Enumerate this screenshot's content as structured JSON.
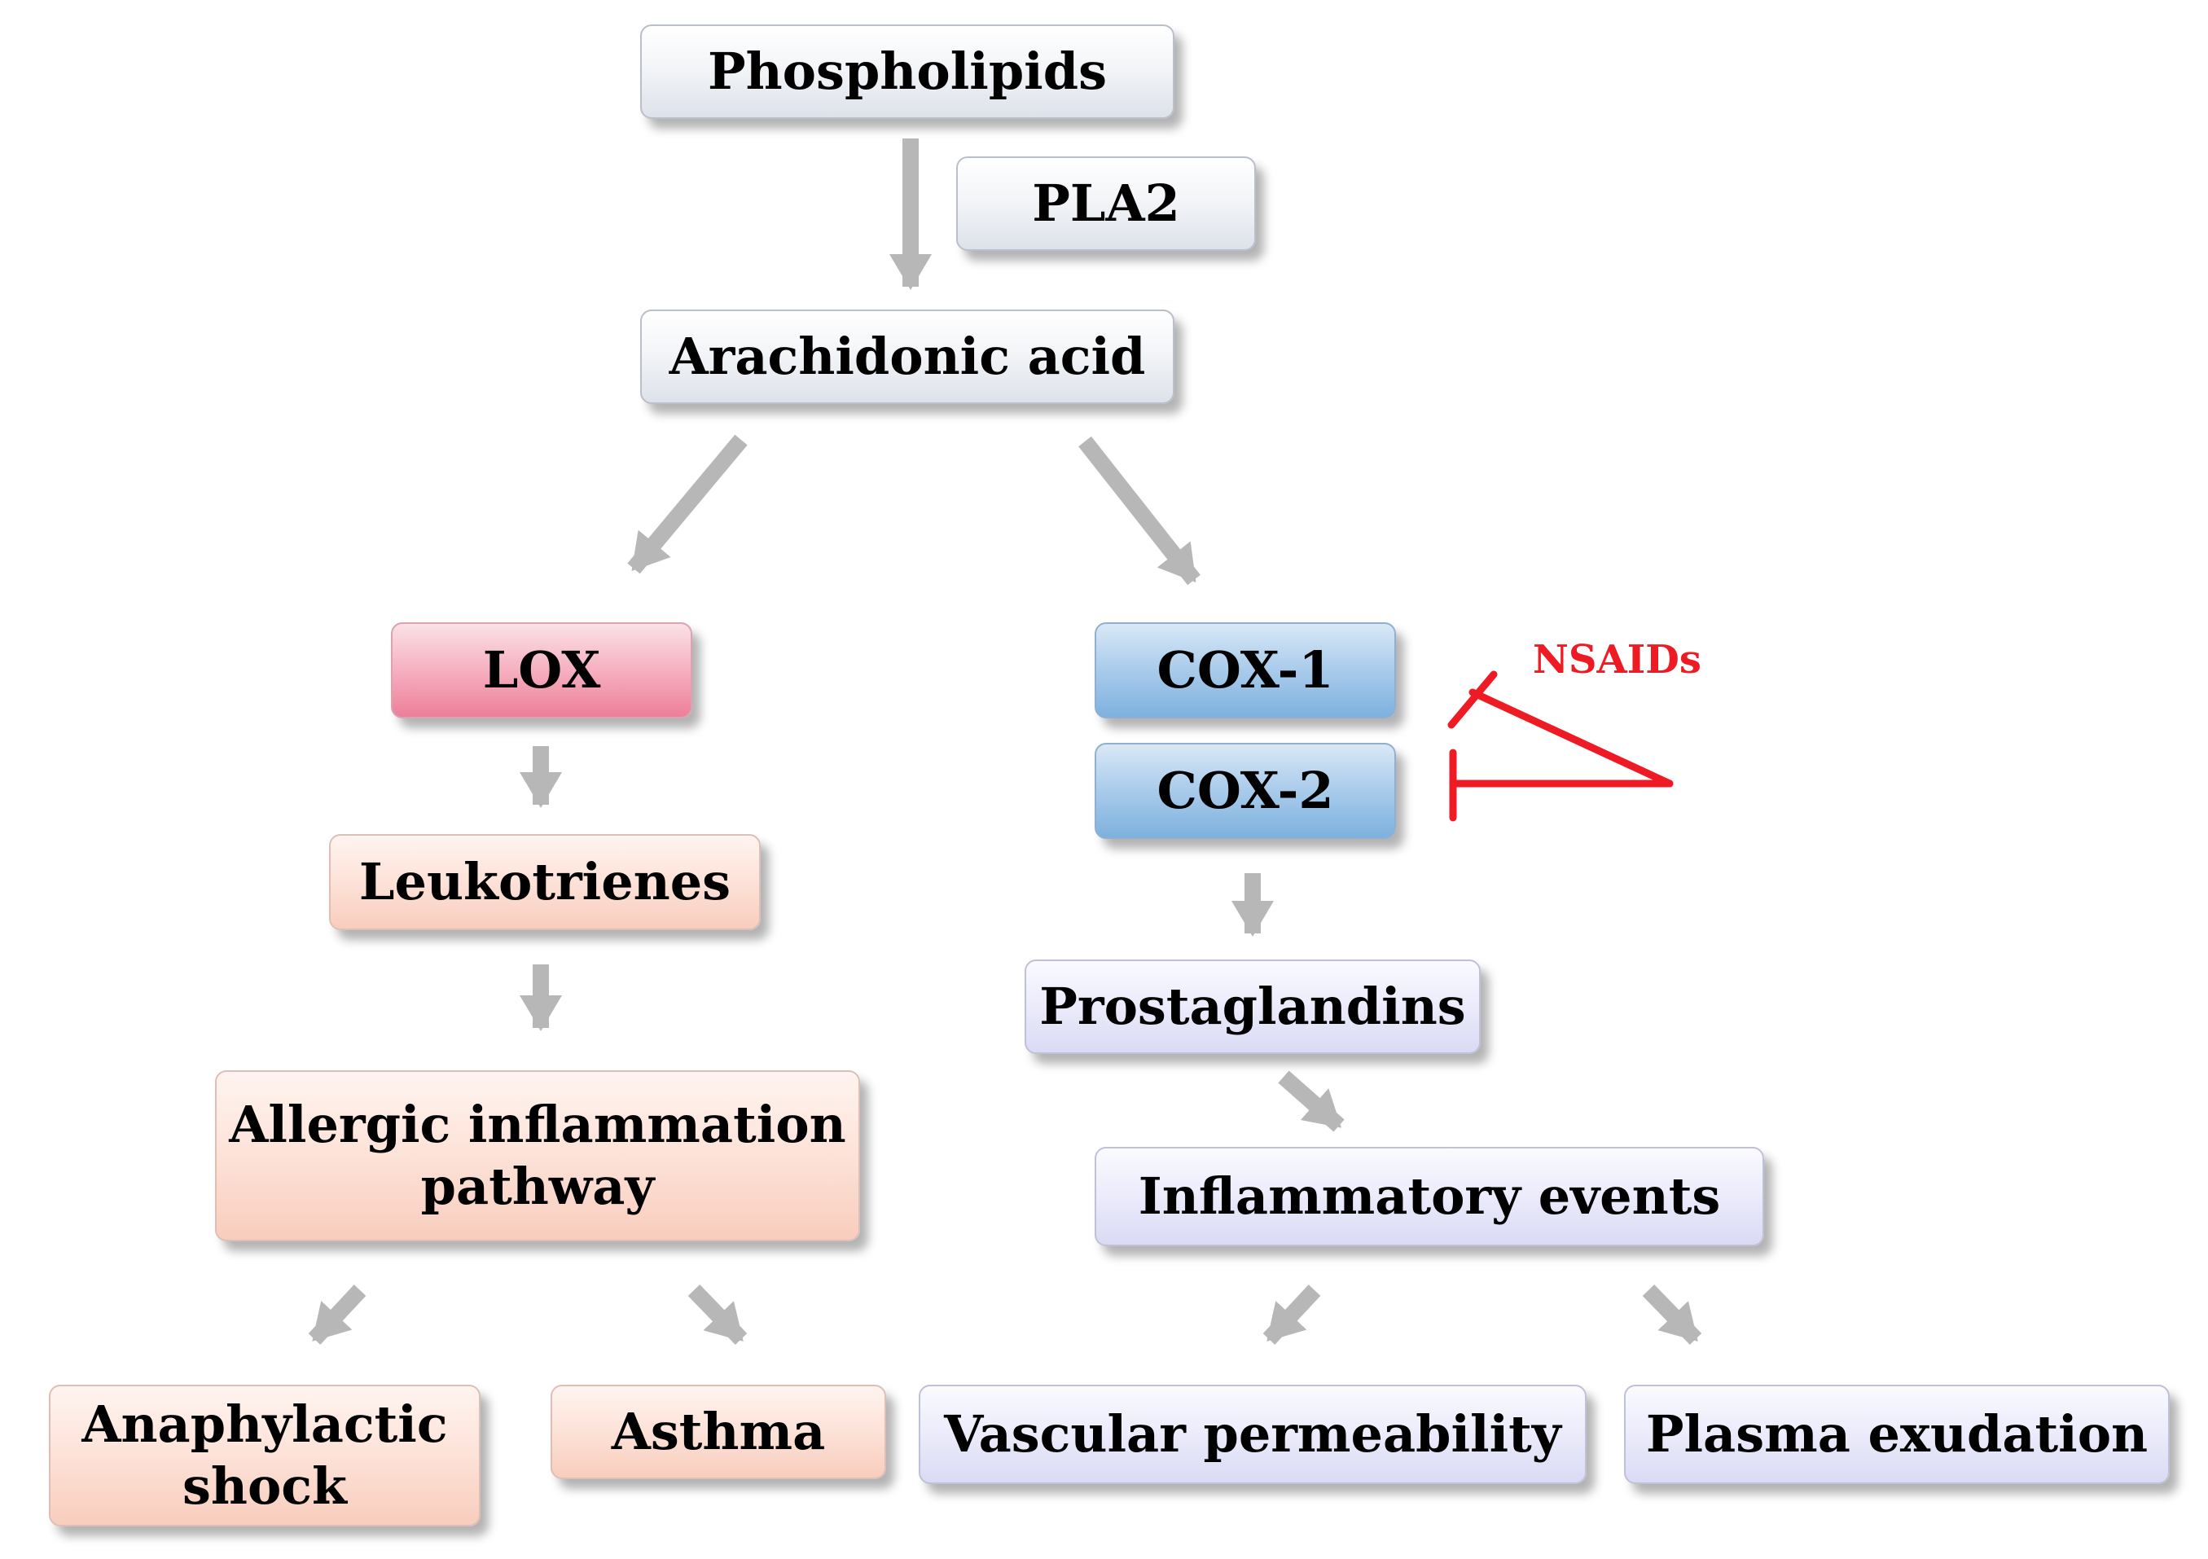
{
  "nodes": {
    "phospholipids": "Phospholipids",
    "pla2": "PLA2",
    "arachidonic_acid": "Arachidonic acid",
    "lox": "LOX",
    "cox1": "COX-1",
    "cox2": "COX-2",
    "leukotrienes": "Leukotrienes",
    "prostaglandins": "Prostaglandins",
    "allergic_line1": "Allergic inflammation",
    "allergic_line2": "pathway",
    "inflammatory_events": "Inflammatory events",
    "anaphylactic_line1": "Anaphylactic",
    "anaphylactic_line2": "shock",
    "asthma": "Asthma",
    "vascular_permeability": "Vascular permeability",
    "plasma_exudation": "Plasma exudation"
  },
  "inhibitor": {
    "label": "NSAIDs",
    "color": "#ee1b24",
    "targets": [
      "COX-1",
      "COX-2"
    ]
  },
  "colors": {
    "arrow": "#b7b7b7",
    "lox_pathway": "#f6b0c0",
    "lox_products": "#fde2d8",
    "cox_enzymes": "#a9cbeb",
    "cox_products": "#ebebfb",
    "neutral": "#f3f5f8"
  }
}
